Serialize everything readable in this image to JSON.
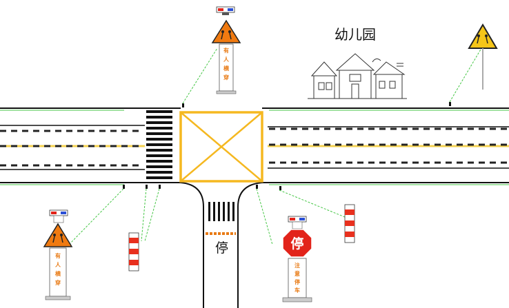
{
  "labels": {
    "building": "幼儿园",
    "road_stop": "停",
    "stop_sign": "停"
  },
  "signs": {
    "top_post": [
      "有",
      "人",
      "横",
      "穿"
    ],
    "left_post": [
      "有",
      "人",
      "横",
      "穿"
    ],
    "stop_post": [
      "注",
      "意",
      "停",
      "车"
    ]
  },
  "colors": {
    "road_line": "#111111",
    "dash_line": "#222222",
    "yellow_line": "#f4d250",
    "box_junction": "#f5b820",
    "guide_line": "#44c644",
    "sign_orange": "#f07a10",
    "stop_red": "#e2231a",
    "bollard_red": "#e8301e",
    "text_orange": "#e87a14"
  },
  "icons": {
    "warning_sign": "pedestrian-crossing-warning-icon",
    "stop_sign": "stop-octagon-icon",
    "building": "kindergarten-building-icon",
    "bollard": "warning-bollard-icon",
    "beacon": "flashing-beacon-icon"
  }
}
